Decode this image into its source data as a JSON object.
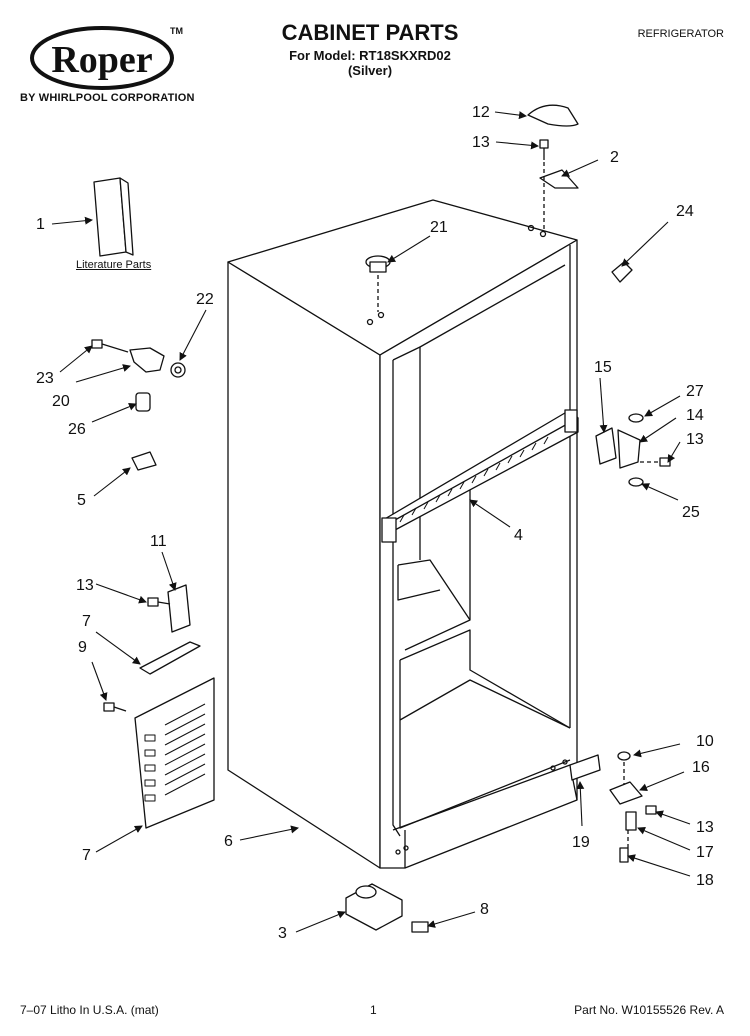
{
  "header": {
    "brand": "Roper",
    "trademark": "TM",
    "corporation": "BY WHIRLPOOL CORPORATION",
    "title": "CABINET PARTS",
    "model_line": "For Model: RT18SKXRD02",
    "variant": "(Silver)",
    "category": "REFRIGERATOR"
  },
  "literature_label": "Literature Parts",
  "callouts": {
    "c1": "1",
    "c2": "2",
    "c3": "3",
    "c4": "4",
    "c5": "5",
    "c6": "6",
    "c7a": "7",
    "c7b": "7",
    "c8": "8",
    "c9": "9",
    "c10": "10",
    "c11": "11",
    "c12": "12",
    "c13a": "13",
    "c13b": "13",
    "c13c": "13",
    "c13d": "13",
    "c14": "14",
    "c15": "15",
    "c16": "16",
    "c17": "17",
    "c18": "18",
    "c19": "19",
    "c20": "20",
    "c21": "21",
    "c22": "22",
    "c23": "23",
    "c24": "24",
    "c25": "25",
    "c26": "26",
    "c27": "27"
  },
  "footer": {
    "left": "7–07 Litho In U.S.A. (mat)",
    "page": "1",
    "part_no": "Part No. W10155526 Rev. A"
  }
}
